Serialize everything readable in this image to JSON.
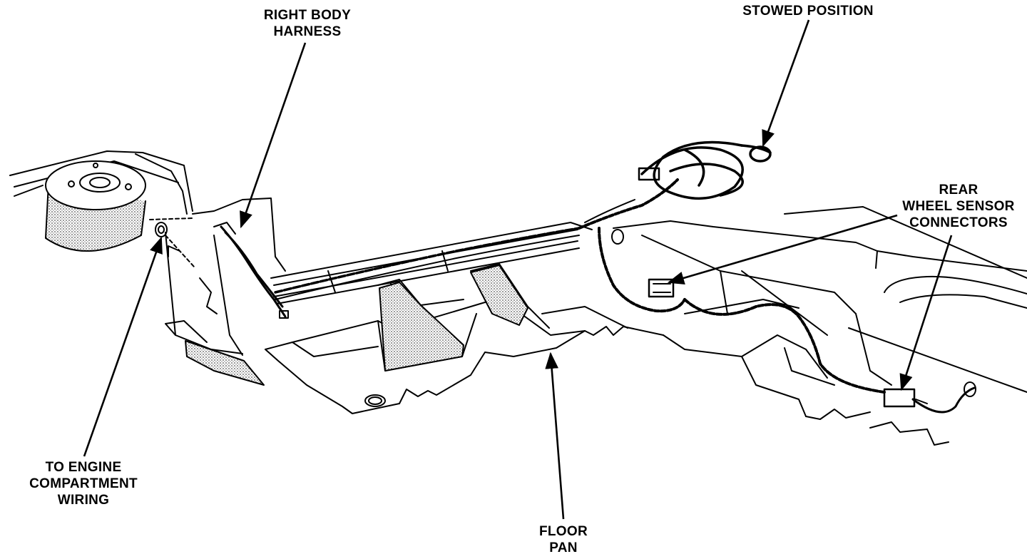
{
  "labels": {
    "right_body_harness": [
      "RIGHT BODY",
      "HARNESS"
    ],
    "stowed_position": [
      "STOWED POSITION"
    ],
    "rear_wheel_sensor_connectors": [
      "REAR",
      "WHEEL SENSOR",
      "CONNECTORS"
    ],
    "to_engine_compartment_wiring": [
      "TO ENGINE",
      "COMPARTMENT",
      "WIRING"
    ],
    "floor_pan": [
      "FLOOR",
      "PAN"
    ]
  },
  "colors": {
    "ink": "#000000",
    "paper": "#ffffff",
    "stipple": "#9a9a9a"
  }
}
